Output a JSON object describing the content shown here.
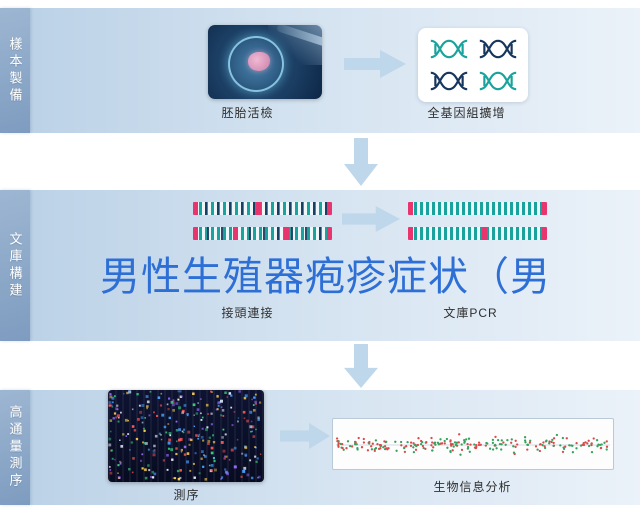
{
  "watermark": {
    "text": "男性生殖器疱疹症状（男"
  },
  "colors": {
    "band-start": "#b9d0e6",
    "band-end": "#ebf2f9",
    "label-box": "#7e9cc0",
    "label-box-light": "#9db6d2",
    "arrow": "#bfd7ea",
    "teal": "#1aa39c",
    "navy": "#17365e",
    "red": "#e8356e",
    "watermark": "#2e6fd6",
    "caption": "#2f2f2f"
  },
  "rows": [
    {
      "label": "樣本製備",
      "steps": [
        {
          "caption": "胚胎活檢"
        },
        {
          "caption": "全基因組擴增"
        }
      ]
    },
    {
      "label": "文庫構建",
      "steps": [
        {
          "caption": "接頭連接"
        },
        {
          "caption": "文庫PCR"
        }
      ]
    },
    {
      "label": "高通量測序",
      "steps": [
        {
          "caption": "測序"
        },
        {
          "caption": "生物信息分析"
        }
      ]
    }
  ]
}
